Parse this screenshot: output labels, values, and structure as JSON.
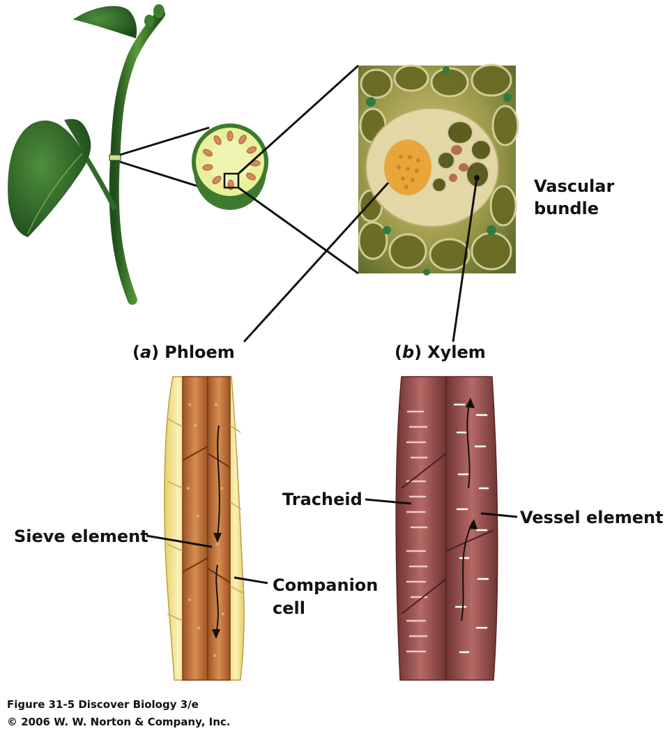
{
  "labels": {
    "vascular_bundle_line1": "Vascular",
    "vascular_bundle_line2": "bundle",
    "phloem_letter": "a",
    "phloem": "Phloem",
    "xylem_letter": "b",
    "xylem": "Xylem",
    "tracheid": "Tracheid",
    "vessel_element": "Vessel element",
    "sieve_element": "Sieve element",
    "companion_cell_line1": "Companion",
    "companion_cell_line2": "cell"
  },
  "caption": {
    "line1": "Figure 31-5  Discover Biology 3/e",
    "line2": "© 2006 W. W. Norton & Company, Inc."
  },
  "colors": {
    "leaf": "#2f6b2a",
    "stem": "#3a7a2c",
    "stem_section": "#e8ef9a",
    "bundle": "#d48a5a",
    "micrograph_bg": "#8f8d3f",
    "phloem_cells": "#c9783e",
    "companion_cells": "#f7e7a1",
    "xylem_cells": "#9b4f4d"
  }
}
